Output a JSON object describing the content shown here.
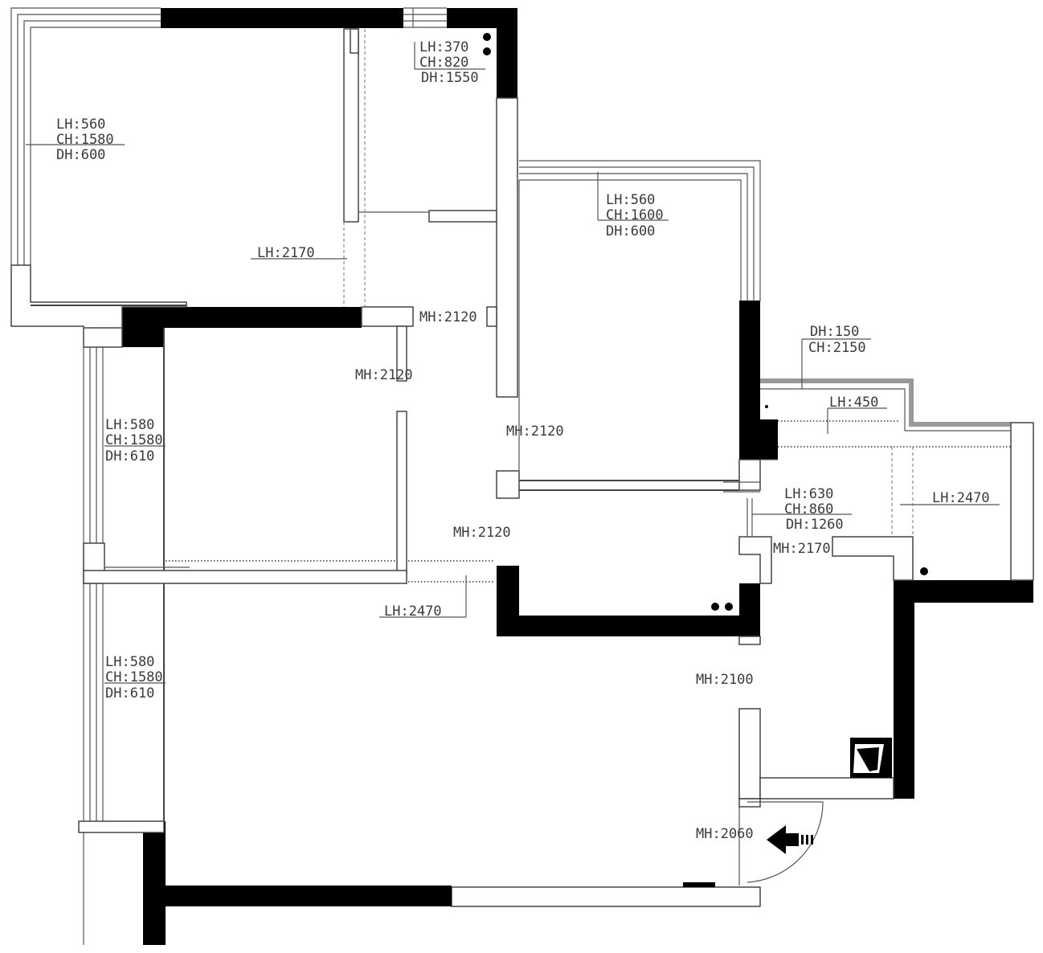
{
  "plan": {
    "labels": {
      "room_tl": [
        "LH:560",
        "CH:1580",
        "DH:600"
      ],
      "room_tm": [
        "LH:370",
        "CH:820",
        "DH:1550"
      ],
      "room_tr": [
        "LH:560",
        "CH:1600",
        "DH:600"
      ],
      "room_left1": [
        "LH:580",
        "CH:1580",
        "DH:610"
      ],
      "room_left2": [
        "LH:580",
        "CH:1580",
        "DH:610"
      ],
      "balcony": [
        "DH:150",
        "CH:2150"
      ],
      "bath": [
        "LH:630",
        "CH:860",
        "DH:1260"
      ],
      "lh_2170": "LH:2170",
      "mh_2120_a": "MH:2120",
      "mh_2120_b": "MH:2120",
      "mh_2120_c": "MH:2120",
      "mh_2120_d": "MH:2120",
      "lh_450": "LH:450",
      "lh_2470_a": "LH:2470",
      "lh_2470_b": "LH:2470",
      "mh_2170": "MH:2170",
      "mh_2100": "MH:2100",
      "mh_2060": "MH:2060"
    },
    "icons": {
      "entry_arrow": "arrow-left-icon",
      "fixture_dots": "dots-icon"
    }
  }
}
